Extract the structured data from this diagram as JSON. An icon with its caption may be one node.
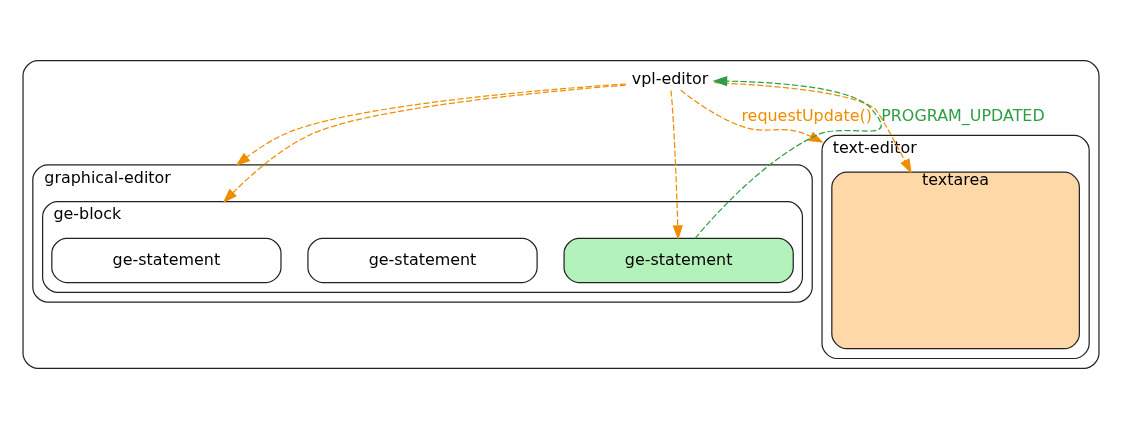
{
  "diagram": {
    "nodes": [
      {
        "text": [
          "vpl-editor"
        ]
      },
      {
        "text": [
          "graphical-editor"
        ],
        "in": 0
      },
      {
        "text": [
          "ge-block"
        ],
        "in": 1
      },
      {
        "text": [
          "ge-statement"
        ],
        "in": 2
      },
      {
        "text": [
          "ge-statement"
        ],
        "in": 2
      },
      {
        "text": [
          "ge-statement"
        ],
        "in": 2
      },
      {
        "text": [
          "text-editor"
        ],
        "in": 0
      },
      {
        "text": [
          "textarea"
        ],
        "in": 6
      }
    ],
    "edges": [
      {
        "from": 0,
        "to": 1,
        "arrow": "to",
        "style": "dashed"
      },
      {
        "from": 0,
        "to": 2,
        "arrow": "to",
        "style": "dashed"
      },
      {
        "from": 0,
        "to": 5,
        "arrow": "to",
        "style": "dashed"
      },
      {
        "from": 0,
        "to": 6,
        "arrow": "to",
        "style": "dashed",
        "label": "requestUpdate()"
      },
      {
        "from": 0,
        "to": 7,
        "arrow": "to",
        "style": "dashed"
      },
      {
        "from": 5,
        "to": 0,
        "arrow": "to",
        "style": "dashed",
        "color": "#2e9e44",
        "label": "PROGRAM_UPDATED"
      }
    ]
  }
}
